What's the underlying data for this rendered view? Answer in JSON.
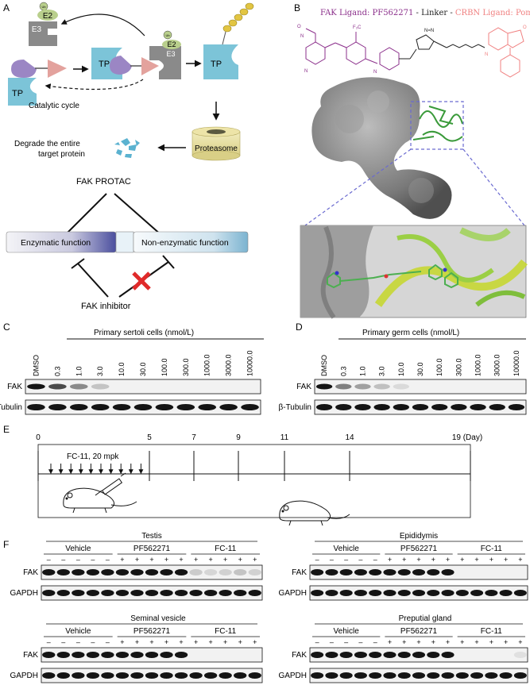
{
  "panel_a": {
    "letter": "A",
    "ub": "Ub",
    "e2": "E2",
    "e3": "E3",
    "tp": "TP",
    "catalytic_cycle": "Catalytic cycle",
    "proteasome": "Proteasome",
    "degrade_line1": "Degrade the entire",
    "degrade_line2": "target protein",
    "fak_protac": "FAK PROTAC",
    "enzymatic": "Enzymatic function",
    "non_enzymatic": "Non-enzymatic function",
    "fak_inhibitor": "FAK inhibitor",
    "colors": {
      "tp": "#7cc4d8",
      "purple": "#9b86c4",
      "pink": "#e3a29d",
      "e3": "#8a8a8a",
      "e2": "#b9cf8c",
      "ub_chain": "#e2c542",
      "inhibit_x": "#e02a2a"
    }
  },
  "panel_b": {
    "letter": "B",
    "fak_ligand": "FAK Ligand: PF562271",
    "linker": " - Linker - ",
    "crbn_ligand": "CRBN Ligand: Pomalidomide",
    "colors": {
      "fak": "#8b2f8b",
      "linker": "#222222",
      "crbn": "#f08080",
      "protein": "#7d7d7d",
      "fak_domain": "#4caf50",
      "zoom_box": "#6a6ad0"
    }
  },
  "panel_c": {
    "letter": "C",
    "title": "Primary sertoli cells (nmol/L)",
    "lanes": [
      "DMSO",
      "0.3",
      "1.0",
      "3.0",
      "10.0",
      "30.0",
      "100.0",
      "300.0",
      "1000.0",
      "3000.0",
      "10000.0"
    ],
    "rows": [
      "FAK",
      "β-Tubulin"
    ],
    "fak_intensity": [
      1.0,
      0.75,
      0.45,
      0.18,
      0.03,
      0.02,
      0.02,
      0.01,
      0.01,
      0.01,
      0.01
    ]
  },
  "panel_d": {
    "letter": "D",
    "title": "Primary germ cells (nmol/L)",
    "lanes": [
      "DMSO",
      "0.3",
      "1.0",
      "3.0",
      "10.0",
      "30.0",
      "100.0",
      "300.0",
      "1000.0",
      "3000.0",
      "10000.0"
    ],
    "rows": [
      "FAK",
      "β-Tubulin"
    ],
    "fak_intensity": [
      1.0,
      0.5,
      0.35,
      0.2,
      0.08,
      0.03,
      0.02,
      0.01,
      0.01,
      0.01,
      0.01
    ]
  },
  "panel_e": {
    "letter": "E",
    "days": [
      "0",
      "5",
      "7",
      "9",
      "11",
      "14",
      "19 (Day)"
    ],
    "dose_label": "FC-11, 20 mpk",
    "arrow_count": 10
  },
  "panel_f": {
    "letter": "F",
    "groups": [
      "Vehicle",
      "PF562271",
      "FC-11"
    ],
    "signs": [
      "–",
      "–",
      "–",
      "–",
      "–",
      "+",
      "+",
      "+",
      "+",
      "+",
      "+",
      "+",
      "+",
      "+",
      "+"
    ],
    "rows": [
      "FAK",
      "GAPDH"
    ],
    "blots": [
      {
        "tissue": "Testis",
        "fak_intensity": [
          1,
          1,
          1,
          1,
          1,
          1,
          1,
          1,
          1,
          1,
          0.15,
          0.1,
          0.12,
          0.18,
          0.12
        ]
      },
      {
        "tissue": "Epididymis",
        "fak_intensity": [
          1,
          1,
          1,
          1,
          1,
          1,
          1,
          1,
          1,
          1,
          0.02,
          0.02,
          0.02,
          0.02,
          0.02
        ]
      },
      {
        "tissue": "Seminal vesicle",
        "fak_intensity": [
          1,
          1,
          1,
          1,
          1,
          1,
          1,
          1,
          1,
          1,
          0.02,
          0.02,
          0.02,
          0.02,
          0.02
        ]
      },
      {
        "tissue": "Preputial gland",
        "fak_intensity": [
          1,
          1,
          1,
          1,
          1,
          1,
          1,
          1,
          1,
          1,
          0.02,
          0.02,
          0.02,
          0.02,
          0.05
        ]
      }
    ]
  }
}
